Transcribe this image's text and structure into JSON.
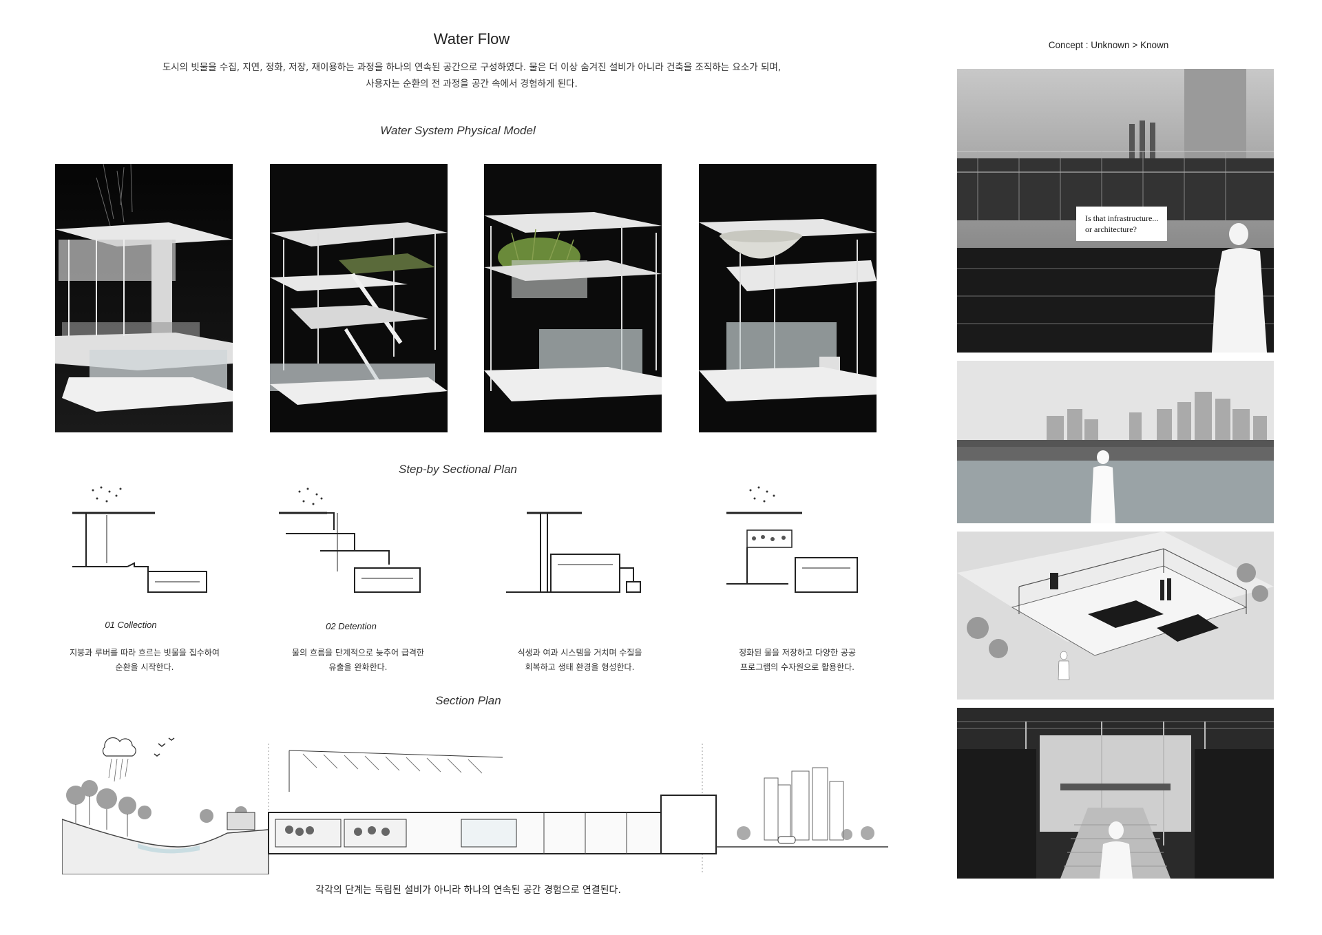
{
  "header": {
    "title": "Water Flow",
    "intro_line1": "도시의 빗물을 수집, 지연, 정화, 저장, 재이용하는 과정을 하나의 연속된 공간으로 구성하였다. 물은 더 이상 숨겨진 설비가 아니라 건축을 조직하는 요소가 되며,",
    "intro_line2": "사용자는 순환의 전 과정을 공간 속에서 경험하게 된다."
  },
  "model_section": {
    "title": "Water System Physical Model"
  },
  "sectional_plan": {
    "title": "Step-by Sectional Plan",
    "steps": [
      {
        "label": "01 Collection",
        "desc1": "지붕과 루버를 따라 흐르는 빗물을 집수하여",
        "desc2": "순환을 시작한다."
      },
      {
        "label": "02 Detention",
        "desc1": "물의 흐름을 단계적으로 늦추어 급격한",
        "desc2": "유출을 완화한다."
      },
      {
        "label": "",
        "desc1": "식생과 여과 시스템을 거치며 수질을",
        "desc2": "회복하고 생태 환경을 형성한다."
      },
      {
        "label": "",
        "desc1": "정화된 물을 저장하고 다양한 공공",
        "desc2": "프로그램의 수자원으로 활용한다."
      }
    ]
  },
  "section_plan": {
    "title": "Section Plan",
    "caption": "각각의 단계는 독립된 설비가 아니라 하나의 연속된 공간 경험으로 연결된다."
  },
  "concept": {
    "title": "Concept : Unknown > Known",
    "bubble_line1": "Is that infrastructure...",
    "bubble_line2": "or architecture?"
  },
  "icons": [
    "rain-cloud-icon",
    "bird-icon",
    "person-silhouette-icon"
  ]
}
